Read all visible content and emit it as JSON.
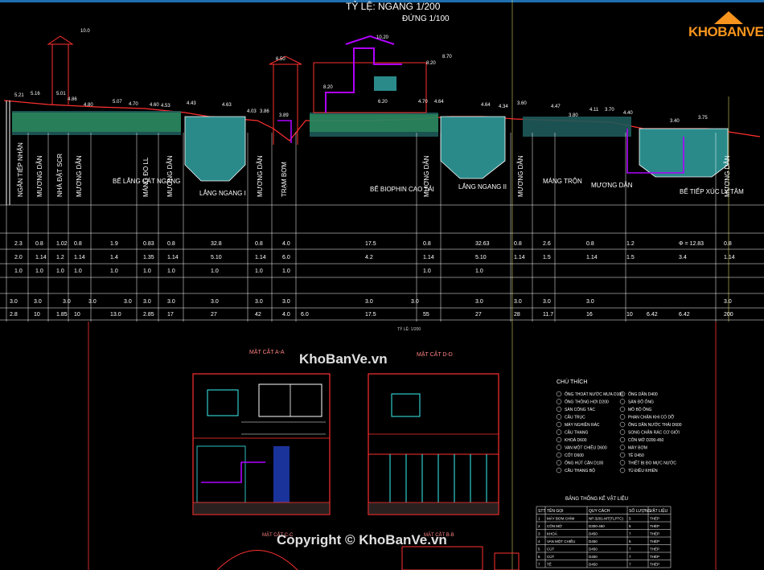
{
  "title": {
    "line1": "TỶ LỆ: NGANG 1/200",
    "line2": "ĐỨNG  1/100"
  },
  "watermark_center": "KhoBanVe.vn",
  "watermark_bottom": "Copyright © KhoBanVe.vn",
  "logo": {
    "text": "KHOBANVE"
  },
  "colors": {
    "bg": "#000000",
    "line": "#ff3030",
    "water": "#2a8a8a",
    "grass": "#3bd36b",
    "pipe": "#b000ff",
    "text": "#ffffff",
    "yellow": "#ffff00"
  },
  "units": [
    "NGĂN TIẾP NHẬN",
    "MƯƠNG DẪN",
    "NHÀ ĐẶT SCR",
    "MƯƠNG DẪN",
    "BỂ LẮNG CÁT NGANG",
    "MÁNG ĐO LL",
    "MƯƠNG DẪN",
    "LẮNG NGANG  I",
    "MƯƠNG DẪN",
    "TRẠM BƠM",
    "BỂ BIOPHIN CAO TẢI",
    "MƯƠNG DẪN",
    "LẮNG NGANG  II",
    "MƯƠNG DẪN",
    "MÁNG TRỘN",
    "MƯƠNG DẪN",
    "BỂ TIẾP XÚC LY TÂM",
    "MƯƠNG DẪN"
  ],
  "elevations_top": [
    "5.21",
    "5.16",
    "5.01",
    "4.86",
    "4.80",
    "5.07",
    "4.70",
    "4.60",
    "4.53",
    "4.43",
    "4.63",
    "4.03",
    "3.86",
    "3.89",
    "4.70",
    "4.64",
    "4.64",
    "4.34",
    "3.60",
    "4.47",
    "3.80",
    "4.11",
    "3.70",
    "4.40",
    "3.40",
    "3.75"
  ],
  "peak_labels": [
    "10.0",
    "10.20",
    "6.50",
    "8.70",
    "8.20",
    "8.20",
    "6.20"
  ],
  "row1": [
    "2.3",
    "0.8",
    "1.02",
    "0.8",
    "1.9",
    "0.83",
    "0.8",
    "32.8",
    "0.8",
    "4.0",
    "17.5",
    "0.8",
    "32.63",
    "0.8",
    "2.6",
    "0.8",
    "1.2",
    "Φ = 12.83",
    "0.8"
  ],
  "row2": [
    "2.0",
    "1.14",
    "1.2",
    "1.14",
    "1.4",
    "1.35",
    "1.14",
    "5.10",
    "1.14",
    "6.0",
    "4.2",
    "1.14",
    "5.10",
    "1.14",
    "1.5",
    "1.14",
    "1.5",
    "3.4",
    "1.14"
  ],
  "row3": [
    "1.0",
    "1.0",
    "1.0",
    "1.0",
    "1.0",
    "1.0",
    "1.0",
    "1.0",
    "1.0",
    "1.0",
    "1.0",
    "1.0"
  ],
  "row4": [
    "3.0",
    "3.0",
    "3.0",
    "3.0",
    "3.0",
    "3.0",
    "3.0",
    "3.0",
    "3.0",
    "3.0",
    "3.0",
    "3.0",
    "3.0",
    "3.0",
    "3.0",
    "3.0",
    "3.0"
  ],
  "row5": [
    "2.8",
    "10",
    "1.85",
    "10",
    "13.0",
    "2.85",
    "17",
    "27",
    "42",
    "4.0",
    "6.0",
    "17.5",
    "55",
    "27",
    "28",
    "11.7",
    "16",
    "10",
    "6.42",
    "6.42",
    "200"
  ],
  "scale_small": "TỶ LỆ: 1/200",
  "section_a": "MẶT CẮT A-A",
  "section_d": "MẶT CẮT D-D",
  "section_c": "MẶT CẮT C-C",
  "section_b": "MẶT CẮT B-B",
  "legend_title": "CHÚ THÍCH",
  "legend_left": [
    "ỐNG THOÁT NƯỚC MƯA D100",
    "ỐNG THÔNG HƠI D200",
    "SÀN CÔNG TÁC",
    "CẦU TRỤC",
    "MÁY NGHIỀN RÁC",
    "CẦU THANG",
    "KHOÁ D600",
    "VAN MỘT CHIỀU D600",
    "CỐT D600",
    "ỐNG HÚT CẶN D100",
    "CẦU THANG BỘ"
  ],
  "legend_right": [
    "ỐNG DẪN D400",
    "SÀN ĐỖ ỐNG",
    "MÔ BỘ ỐNG",
    "PHAN CHẶN KHI CỔ DỠ",
    "ỐNG DẪN NƯỚC THẢI D600",
    "SONG CHẮN RÁC CƠ GIỚI",
    "CÔN MỞ D200-450",
    "MÁY BƠM",
    "TÊ D450",
    "THIẾT BỊ ĐO MỰC NƯỚC",
    "TỦ ĐIỀU KHIỂN"
  ],
  "table_title": "BẢNG THỐNG KÊ VẬT LIỆU",
  "table_headers": [
    "STT",
    "TÊN GỌI",
    "QUY CÁCH",
    "SỐ LƯỢNG",
    "VẬT LIỆU"
  ],
  "table_rows": [
    [
      "1",
      "MÁY BƠM CHÌM",
      "NP-3201-MT(TLPTC)",
      "5",
      "THÉP"
    ],
    [
      "2",
      "CÔN MỞ",
      "D300-450",
      "5",
      "THÉP"
    ],
    [
      "3",
      "KHOÁ",
      "D450",
      "7",
      "THÉP"
    ],
    [
      "4",
      "VAN MỘT CHIỀU",
      "D450",
      "5",
      "THÉP"
    ],
    [
      "5",
      "CÚT",
      "D450",
      "7",
      "THÉP"
    ],
    [
      "6",
      "CÚT",
      "D450",
      "7",
      "THÉP"
    ],
    [
      "7",
      "TÊ",
      "D450",
      "7",
      "THÉP"
    ]
  ]
}
